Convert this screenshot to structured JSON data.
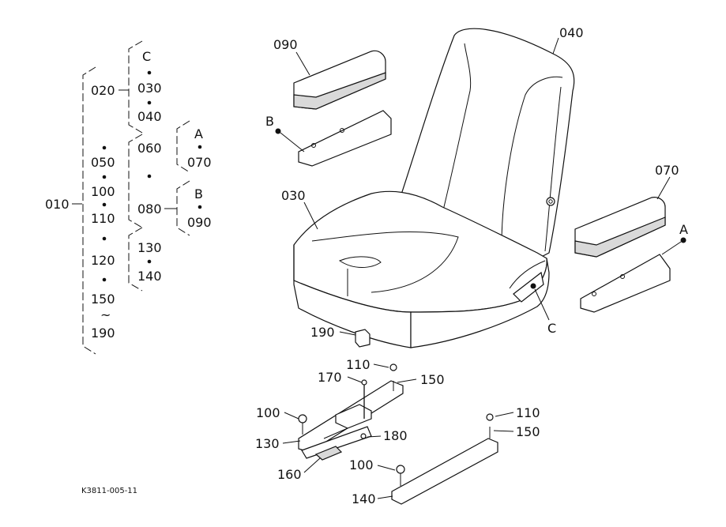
{
  "catalog_code": "K3811-005-11",
  "tree": {
    "root": "010",
    "group1": [
      "020",
      "030",
      "040"
    ],
    "group1_ref": "C",
    "item050": "050",
    "item100": "100",
    "item110": "110",
    "sub060": "060",
    "sub070": "070",
    "sub070_ref": "A",
    "sub080": "080",
    "sub090": "090",
    "sub090_ref": "B",
    "group130": [
      "130",
      "140"
    ],
    "item120": "120",
    "item150": "150",
    "tilde": "~",
    "item190": "190"
  },
  "callouts": {
    "c040": "040",
    "c090": "090",
    "c030": "030",
    "c070": "070",
    "refB": "B",
    "refA": "A",
    "refC": "C",
    "c190": "190",
    "c110a": "110",
    "c170": "170",
    "c150a": "150",
    "c100a": "100",
    "c130": "130",
    "c160": "160",
    "c180": "180",
    "c100b": "100",
    "c140": "140",
    "c110b": "110",
    "c150b": "150"
  }
}
